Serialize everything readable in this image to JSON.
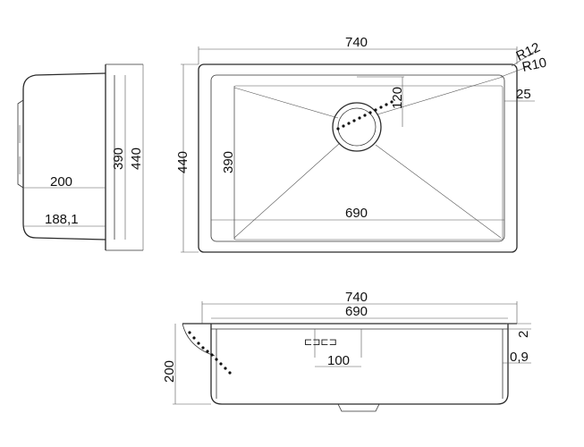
{
  "colors": {
    "line": "#2a2a2a",
    "background": "#ffffff",
    "text": "#111111"
  },
  "side_view": {
    "dim_200": "200",
    "dim_188": "188,1",
    "dim_390": "390",
    "dim_440": "440"
  },
  "top_view": {
    "dim_740": "740",
    "dim_r12": "R12",
    "dim_r10": "R10",
    "dim_25": "25",
    "dim_440": "440",
    "dim_390": "390",
    "dim_120": "120",
    "dim_690": "690"
  },
  "front_view": {
    "dim_740": "740",
    "dim_690": "690",
    "dim_2": "2",
    "dim_200": "200",
    "dim_100": "100",
    "dim_09": "0,9",
    "overflow_symbol": "⊏⊐⊏⊐"
  }
}
